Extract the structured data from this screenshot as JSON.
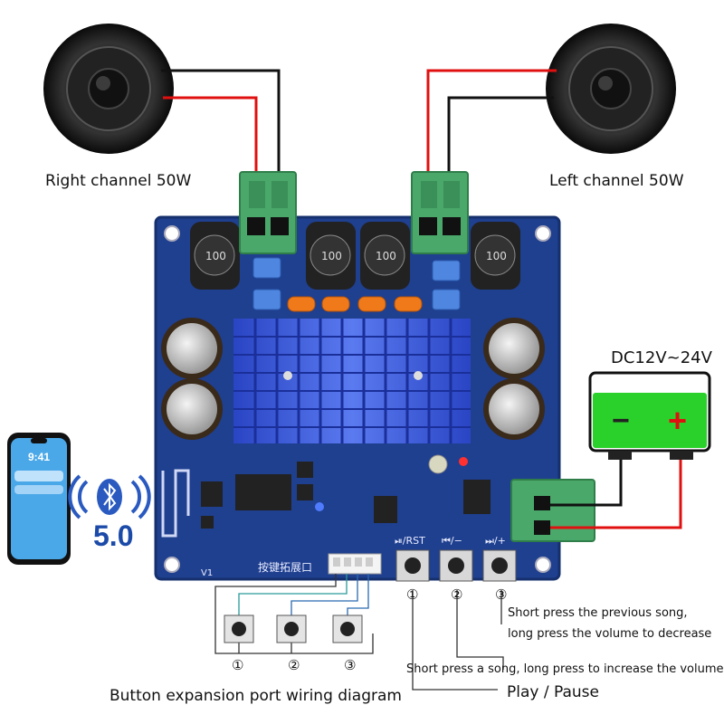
{
  "labels": {
    "right_channel": "Right channel 50W",
    "left_channel": "Left channel 50W",
    "power": "DC12V~24V",
    "bt_version": "5.0",
    "phone_time": "9:41",
    "port_label": "按键拓展口",
    "board_version": "V1",
    "btn_play": "⏯/RST",
    "btn_prev": "⏮/−",
    "btn_next": "⏭/+",
    "num1": "①",
    "num2": "②",
    "num3": "③",
    "desc_next": "Short press the previous song,",
    "desc_next2": "long press the volume to decrease",
    "desc_prev": "Short press a song, long press to increase the volume",
    "desc_play": "Play / Pause",
    "wiring_title": "Button expansion port wiring diagram",
    "inductor_value": "100",
    "battery_minus": "−",
    "battery_plus": "+"
  },
  "colors": {
    "board": "#1f3f8f",
    "heatsink": "#3556d6",
    "terminal": "#4aa86a",
    "battery": "#2bd12b",
    "wire_red": "#e01010",
    "wire_black": "#111111"
  },
  "icons": [
    "speaker-icon",
    "bluetooth-icon",
    "smartphone-icon",
    "battery-icon",
    "push-button-icon"
  ]
}
